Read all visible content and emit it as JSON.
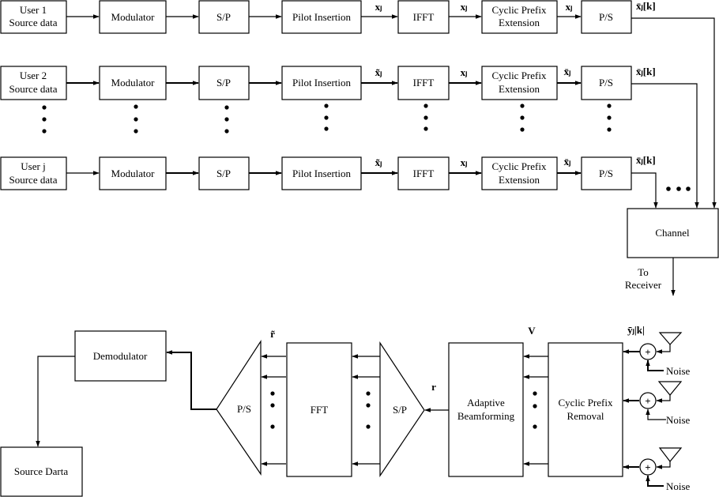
{
  "transmitter": {
    "rows": [
      {
        "source": [
          "User 1",
          "Source data"
        ],
        "modulator": "Modulator",
        "sp": "S/P",
        "pilot": "Pilot Insertion",
        "ifft": "IFFT",
        "cp": [
          "Cyclic Prefix",
          "Extension"
        ],
        "ps": "P/S",
        "sig_pilot_ifft": "xⱼ",
        "sig_ifft_cp": "xⱼ",
        "sig_cp_ps": "xⱼ",
        "sig_out": "x̄ⱼ[k]"
      },
      {
        "source": [
          "User 2",
          "Source data"
        ],
        "modulator": "Modulator",
        "sp": "S/P",
        "pilot": "Pilot Insertion",
        "ifft": "IFFT",
        "cp": [
          "Cyclic Prefix",
          "Extension"
        ],
        "ps": "P/S",
        "sig_pilot_ifft": "x̃ⱼ",
        "sig_ifft_cp": "xⱼ",
        "sig_cp_ps": "x̄ⱼ",
        "sig_out": "x̄ⱼ[k]"
      },
      {
        "source": [
          "User j",
          "Source data"
        ],
        "modulator": "Modulator",
        "sp": "S/P",
        "pilot": "Pilot Insertion",
        "ifft": "IFFT",
        "cp": [
          "Cyclic Prefix",
          "Extension"
        ],
        "ps": "P/S",
        "sig_pilot_ifft": "x̃ⱼ",
        "sig_ifft_cp": "xⱼ",
        "sig_cp_ps": "x̄ⱼ",
        "sig_out": "x̄ⱼ[k]"
      }
    ]
  },
  "channel": {
    "label": "Channel",
    "to_receiver": [
      "To",
      "Receiver"
    ]
  },
  "receiver": {
    "demodulator": "Demodulator",
    "source_data": "Source Darta",
    "ps": "P/S",
    "fft": "FFT",
    "sp": "S/P",
    "beamforming": [
      "Adaptive",
      "Beamforming"
    ],
    "cp_removal": [
      "Cyclic Prefix",
      "Removal"
    ],
    "sig_r_tilde": "r̃",
    "sig_r": "r",
    "sig_v": "V",
    "sig_y": "ȳⱼ|k|",
    "noise": [
      "Noise",
      "Noise",
      "Noise"
    ],
    "adder_symbol": "+"
  }
}
